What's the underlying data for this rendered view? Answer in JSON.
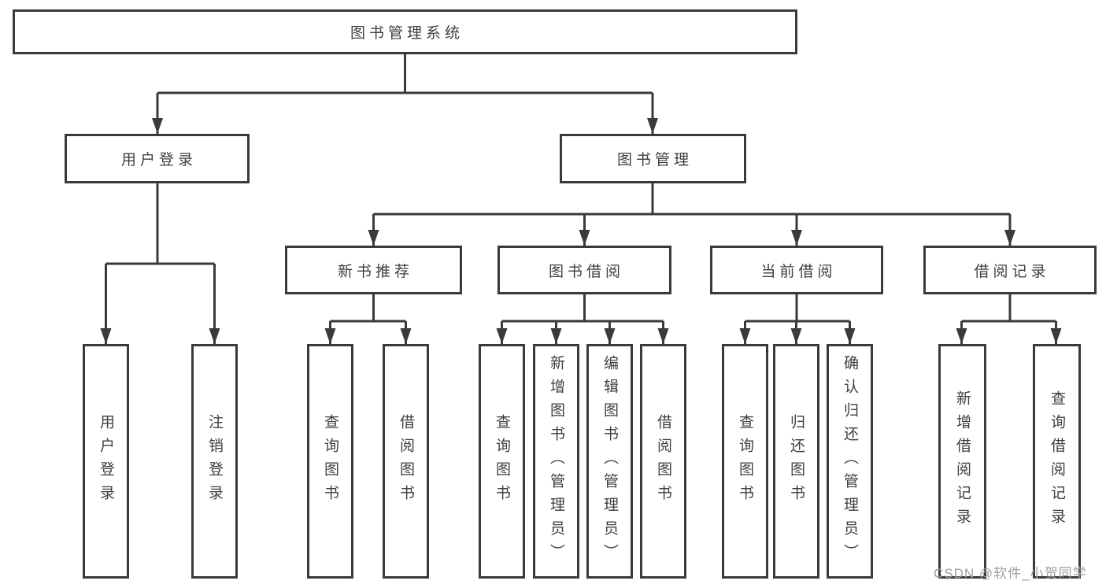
{
  "diagram": {
    "root": "图书管理系统",
    "level2": {
      "user_login": "用户登录",
      "book_mgmt": "图书管理"
    },
    "level3": {
      "new_books": "新书推荐",
      "borrowing": "图书借阅",
      "current": "当前借阅",
      "records": "借阅记录"
    },
    "leaves": {
      "user_login_1": "用户登录",
      "user_login_2": "注销登录",
      "new_books_1": "查询图书",
      "new_books_2": "借阅图书",
      "borrowing_1": "查询图书",
      "borrowing_2": "新增图书（管理员）",
      "borrowing_3": "编辑图书（管理员）",
      "borrowing_4": "借阅图书",
      "current_1": "查询图书",
      "current_2": "归还图书",
      "current_3": "确认归还（管理员）",
      "records_1": "新增借阅记录",
      "records_2": "查询借阅记录"
    }
  },
  "watermark": "CSDN @软件_小贺同学",
  "colors": {
    "line": "#3a3a3a",
    "text": "#3f3f3f",
    "watermark": "#9e9e9e",
    "bg": "#ffffff"
  }
}
